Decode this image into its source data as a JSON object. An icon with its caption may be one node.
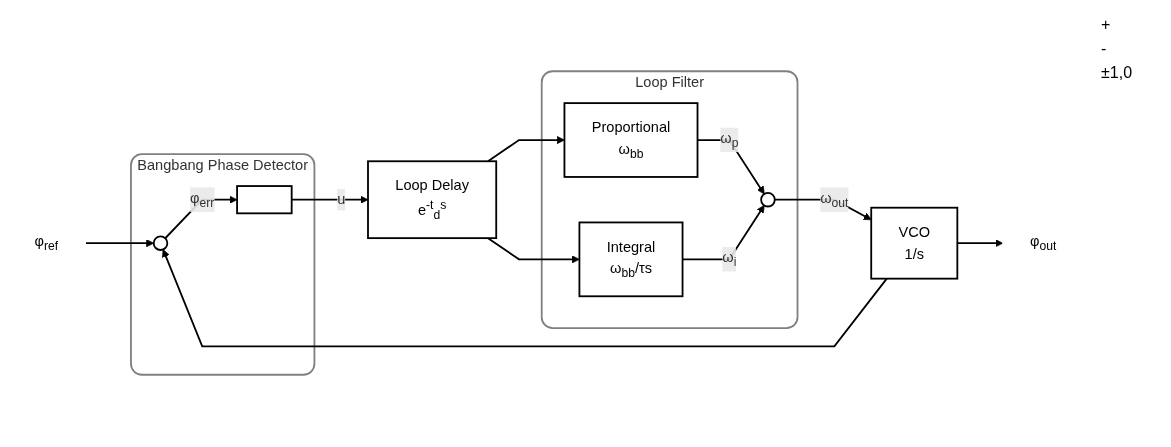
{
  "diagram": {
    "nodes": [
      {
        "text": [
          "φ$_{ref}$"
        ]
      },
      {
        "text": [
          "Bangbang Phase Detector"
        ]
      },
      {
        "text": [],
        "shape": "circle",
        "in": 1
      },
      {
        "text": [],
        "shape": "box",
        "in": 1
      },
      {
        "text": [
          "Loop Delay",
          "e$^{-t}$$_{d}$$^{s}$"
        ]
      },
      {
        "text": [
          "Loop Filter"
        ]
      },
      {
        "text": [
          "Proportional",
          "ω$_{bb}$"
        ],
        "in": 5
      },
      {
        "text": [
          "Integral",
          "ω$_{bb}$/τs"
        ],
        "in": 5
      },
      {
        "text": [],
        "shape": "circle",
        "in": 5
      },
      {
        "text": [
          "VCO",
          "1/s"
        ]
      },
      {
        "text": [
          "φ$_{out}$"
        ]
      }
    ],
    "edges": [
      {
        "from": 0,
        "to": 2,
        "arrow": "to"
      },
      {
        "from": 2,
        "to": 3,
        "arrow": "to",
        "label": "φ$_{err}$"
      },
      {
        "from": 3,
        "to": 4,
        "arrow": "to",
        "label": "u"
      },
      {
        "from": 4,
        "to": 6,
        "arrow": "to"
      },
      {
        "from": 4,
        "to": 7,
        "arrow": "to"
      },
      {
        "from": 6,
        "to": 8,
        "arrow": "to",
        "label": "ω$_{p}$"
      },
      {
        "from": 7,
        "to": 8,
        "arrow": "to",
        "label": "ω$_{i}$"
      },
      {
        "from": 8,
        "to": 9,
        "arrow": "to",
        "label": "ω$_{out}$"
      },
      {
        "from": 9,
        "to": 10,
        "arrow": "to"
      },
      {
        "from": 9,
        "to": 2,
        "arrow": "to"
      }
    ],
    "labels": [
      "+",
      "-",
      "±1,0"
    ]
  }
}
